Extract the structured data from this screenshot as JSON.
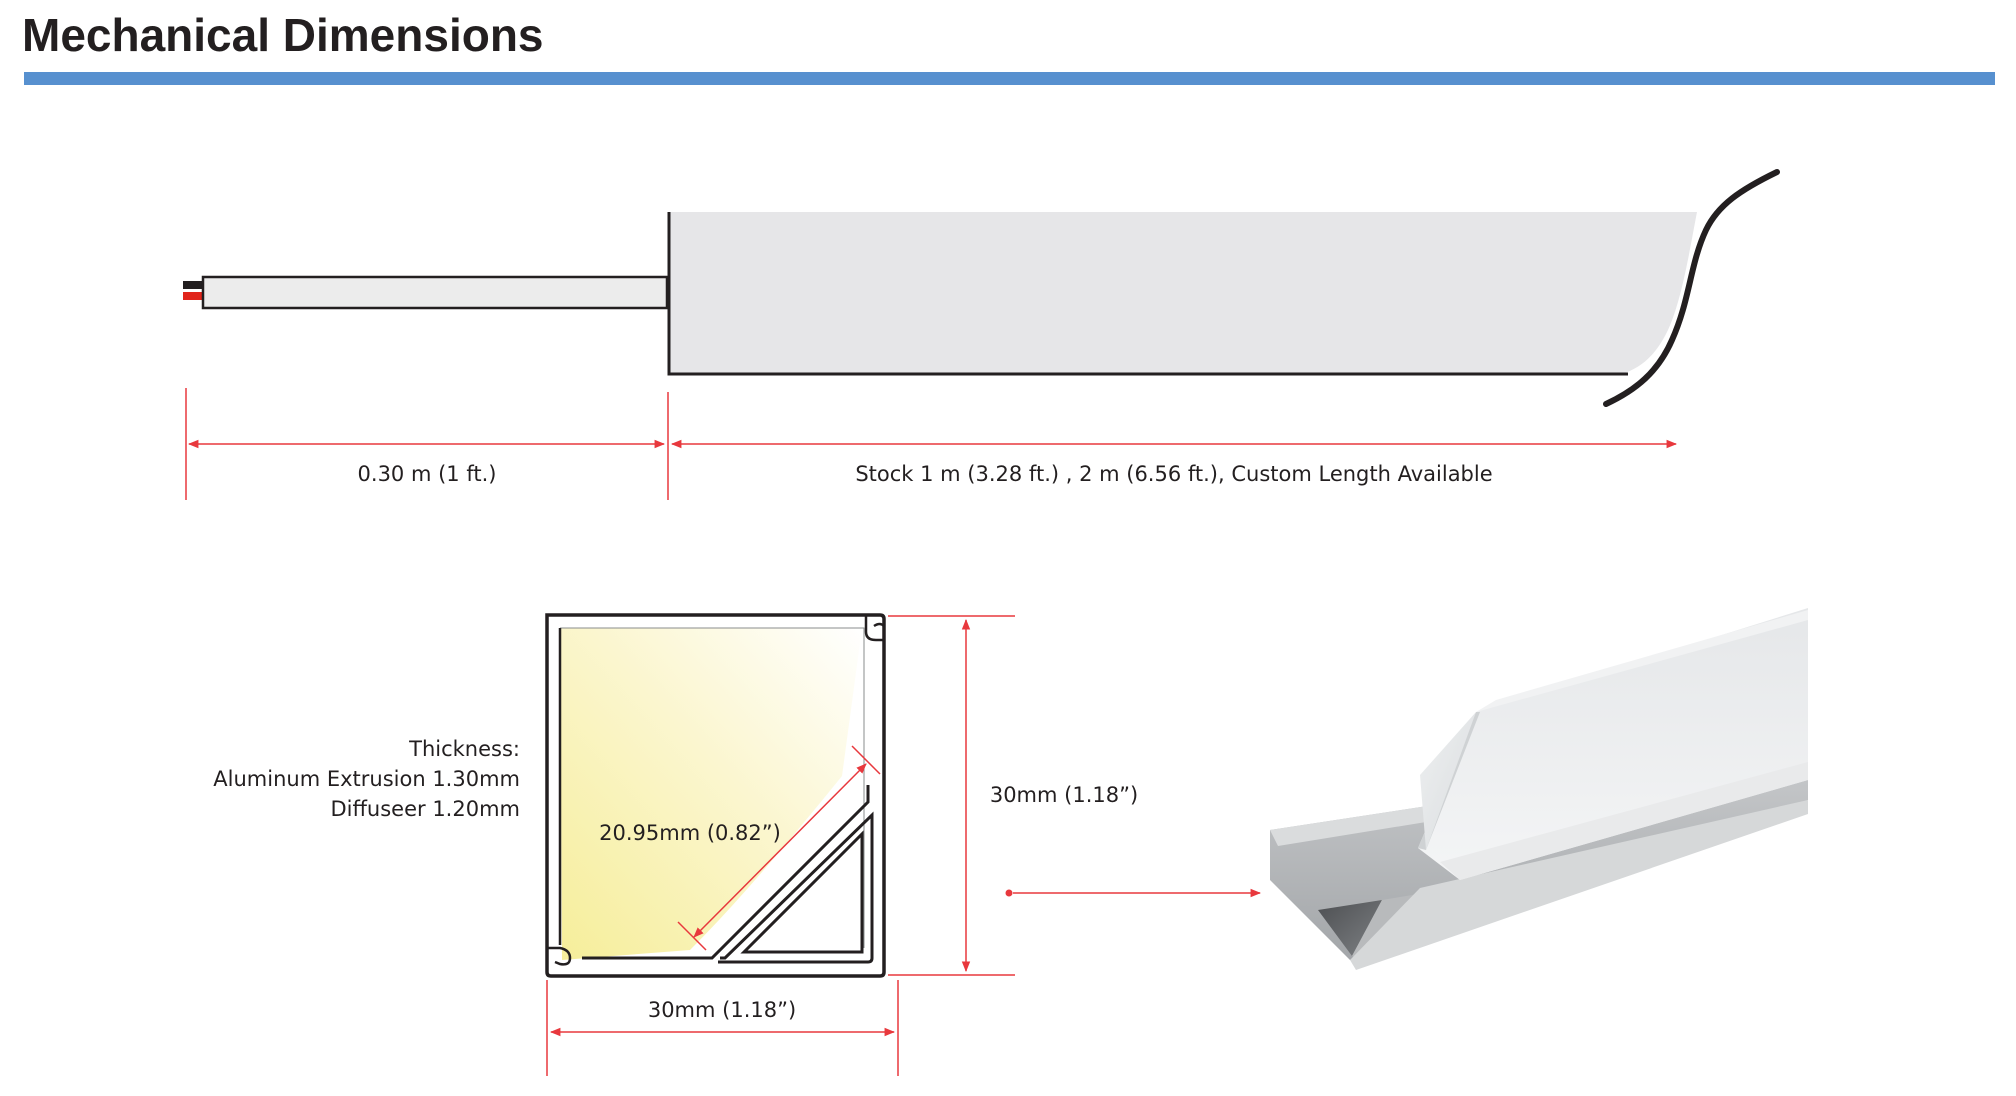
{
  "header": {
    "title": "Mechanical Dimensions"
  },
  "side_view": {
    "lead_length_label": "0.30 m (1 ft.)",
    "profile_length_label": "Stock 1 m (3.28 ft.) , 2 m (6.56 ft.), Custom Length Available"
  },
  "cross_section": {
    "thickness_heading": "Thickness:",
    "thickness_extrusion": "Aluminum Extrusion 1.30mm",
    "thickness_diffuser": "Diffuseer 1.20mm",
    "inner_dimension_label": "20.95mm (0.82”)",
    "height_label": "30mm (1.18”)",
    "width_label": "30mm (1.18”)"
  },
  "colors": {
    "accent_bar": "#5790cf",
    "dimension_line": "#e8383d",
    "outline": "#231f20",
    "light_glow": "#f7f0b0"
  }
}
